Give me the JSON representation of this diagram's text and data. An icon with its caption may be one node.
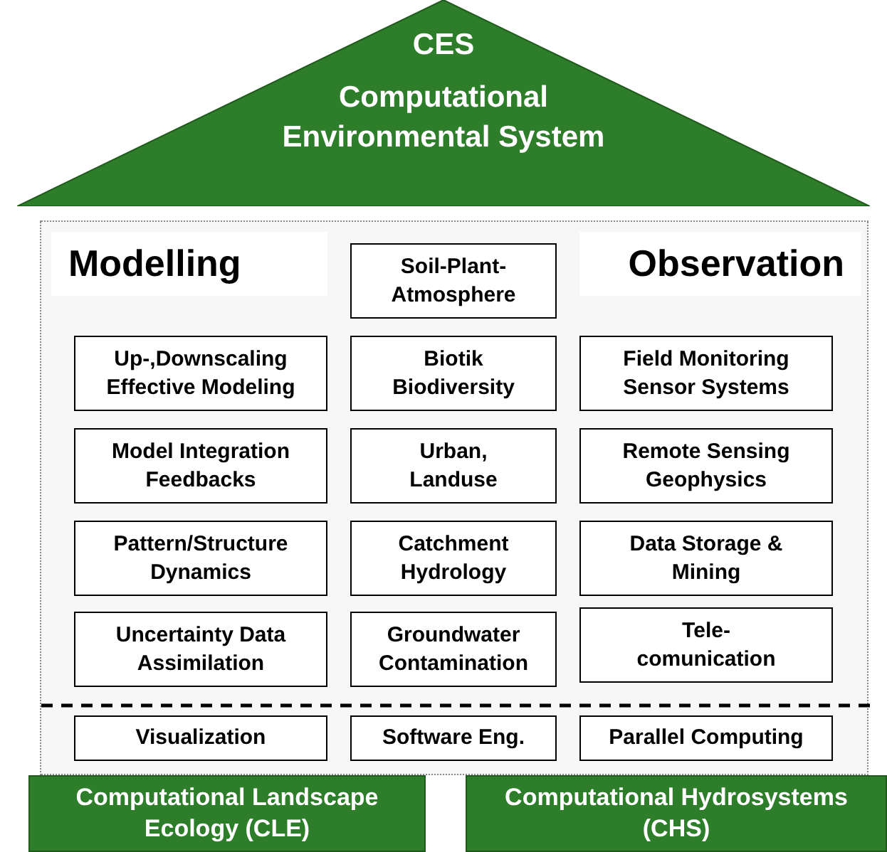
{
  "diagram": {
    "nodes": [
      {
        "text": [
          "CES",
          "Computational Environmental System"
        ]
      },
      {
        "text": [],
        "shape": "box"
      },
      {
        "text": [
          "Modelling"
        ],
        "in": 1
      },
      {
        "text": [
          "Soil-Plant- Atmosphere"
        ],
        "in": 1
      },
      {
        "text": [
          "Observation"
        ],
        "in": 1
      },
      {
        "text": [
          "Up-,Downscaling Effective Modeling"
        ],
        "in": 1
      },
      {
        "text": [
          "Biotik Biodiversity"
        ],
        "in": 1
      },
      {
        "text": [
          "Field Monitoring Sensor Systems"
        ],
        "in": 1
      },
      {
        "text": [
          "Model Integration Feedbacks"
        ],
        "in": 1
      },
      {
        "text": [
          "Urban, Landuse"
        ],
        "in": 1
      },
      {
        "text": [
          "Remote Sensing Geophysics"
        ],
        "in": 1
      },
      {
        "text": [
          "Pattern/Structure Dynamics"
        ],
        "in": 1
      },
      {
        "text": [
          "Catchment Hydrology"
        ],
        "in": 1
      },
      {
        "text": [
          "Data Storage & Mining"
        ],
        "in": 1
      },
      {
        "text": [
          "Uncertainty Data Assimilation"
        ],
        "in": 1
      },
      {
        "text": [
          "Groundwater Contamination"
        ],
        "in": 1
      },
      {
        "text": [
          "Tele- comunication"
        ],
        "in": 1
      },
      {
        "text": [
          "Visualization"
        ],
        "in": 1
      },
      {
        "text": [
          "Software Eng."
        ],
        "in": 1
      },
      {
        "text": [
          "Parallel Computing"
        ],
        "in": 1
      },
      {
        "text": [
          "Computational Landscape Ecology (CLE)"
        ]
      },
      {
        "text": [
          "Computational Hydrosystems (CHS)"
        ]
      }
    ]
  }
}
